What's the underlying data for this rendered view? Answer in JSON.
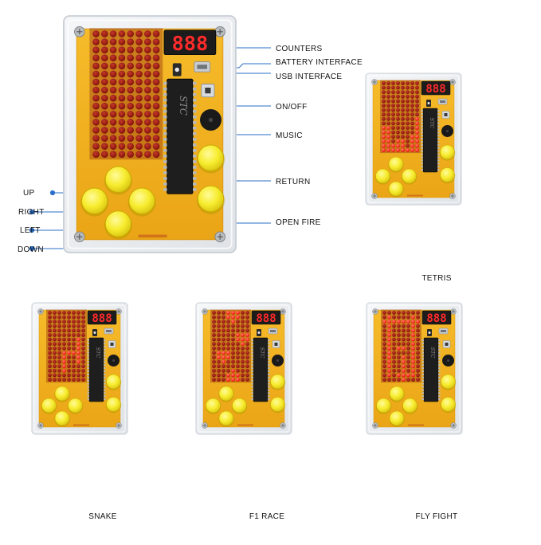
{
  "display_digits": "888",
  "chip_brand": "STC",
  "annotations": {
    "counters": "COUNTERS",
    "battery": "BATTERY INTERFACE",
    "usb": "USB INTERFACE",
    "onoff": "ON/OFF",
    "music": "MUSIC",
    "return": "RETURN",
    "openfire": "OPEN FIRE",
    "up": "UP",
    "right": "RIGHT",
    "left": "LEFT",
    "down": "DOWN"
  },
  "captions": {
    "tetris": "TETRIS",
    "snake": "SNAKE",
    "f1race": "F1 RACE",
    "flyfight": "FLY FIGHT"
  },
  "colors": {
    "board": "#f2b01e",
    "led_off": "#9a1a12",
    "led_on": "#ff2b22",
    "button": "#f7ec2e",
    "callout_line": "#2a6fc9"
  }
}
